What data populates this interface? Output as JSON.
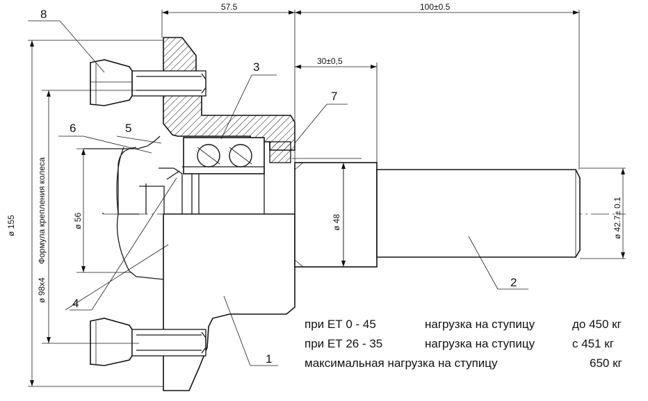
{
  "dimensions": {
    "d1": "57.5",
    "d2": "100±0.5",
    "d3": "30±0,5",
    "dia155": "ø 155",
    "dia56": "ø 56",
    "dia48": "ø 48",
    "dia42": "ø 42.7± 0.1",
    "pcd": "ø 98x4",
    "pcd_caption": "Формула крепления колеса"
  },
  "callouts": [
    "1",
    "2",
    "3",
    "4",
    "5",
    "6",
    "7",
    "8"
  ],
  "notes": {
    "row1_a": "при  ЕТ   0 - 45",
    "row1_b": "нагрузка на ступицу",
    "row1_c": "до 450 кг",
    "row2_a": "при  ЕТ   26 - 35",
    "row2_b": "нагрузка на ступицу",
    "row2_c": "с  451 кг",
    "row3_a": "максимальная нагрузка на ступицу",
    "row3_c": "650 кг"
  }
}
